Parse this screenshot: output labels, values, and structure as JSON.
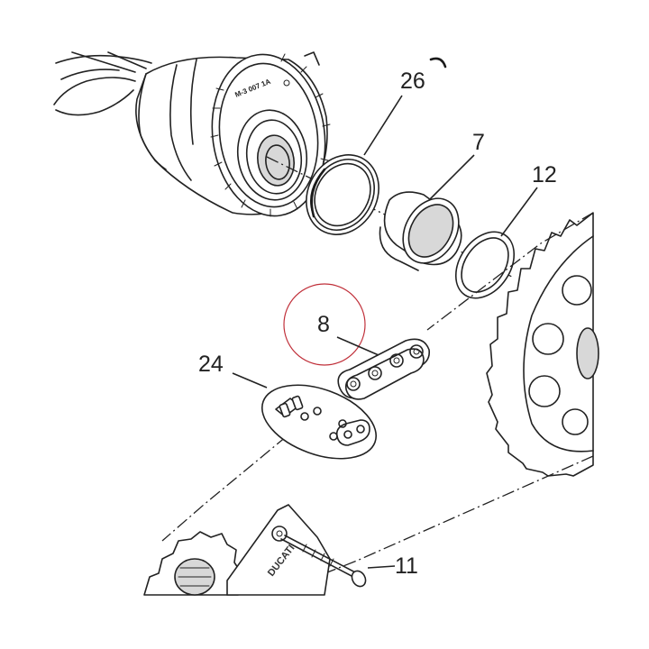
{
  "parts": [
    {
      "id": "26",
      "label": "26"
    },
    {
      "id": "7",
      "label": "7"
    },
    {
      "id": "12",
      "label": "12"
    },
    {
      "id": "8",
      "label": "8"
    },
    {
      "id": "24",
      "label": "24"
    },
    {
      "id": "11",
      "label": "11"
    }
  ],
  "hub_stamp": "M-3 007 1A",
  "cover_brand": "DUCATI",
  "highlight_color": "#c0303a"
}
